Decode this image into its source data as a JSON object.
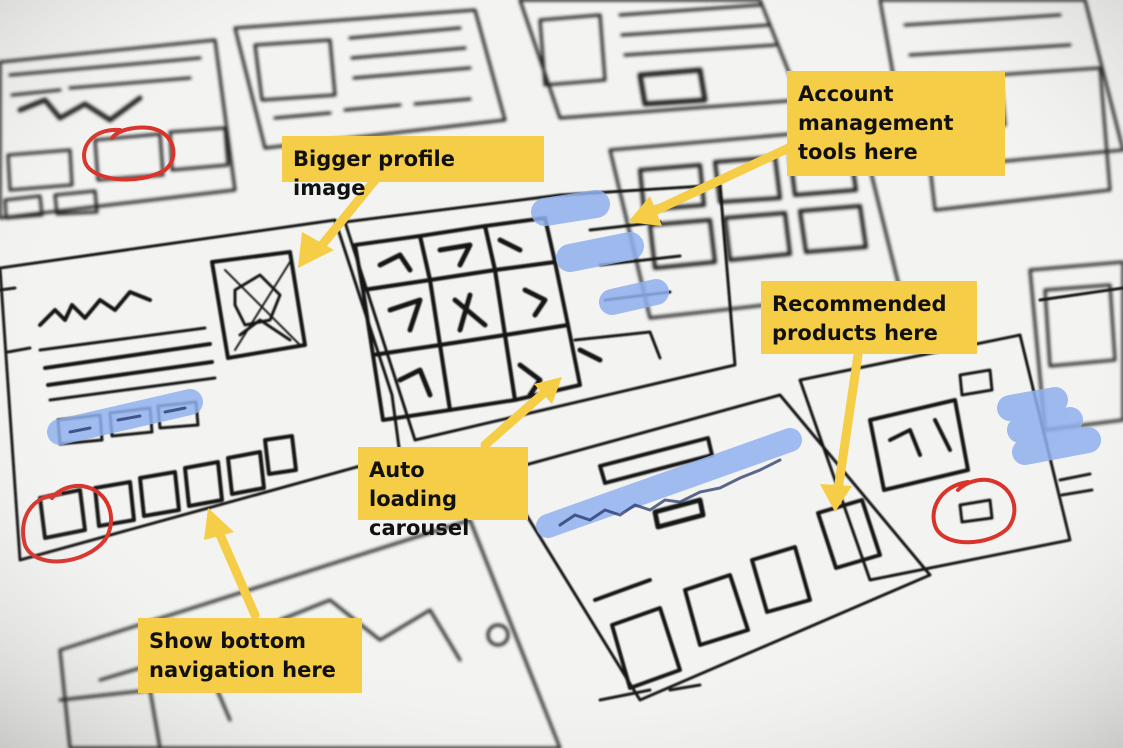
{
  "notes": {
    "profile": "Bigger profile image",
    "account_line1": "Account",
    "account_line2": "management",
    "account_line3": "tools here",
    "recommended_line1": "Recommended",
    "recommended_line2": "products here",
    "carousel_line1": "Auto loading",
    "carousel_line2": "carousel",
    "bottom_nav_line1": "Show bottom",
    "bottom_nav_line2": "navigation here"
  },
  "colors": {
    "paper": "#f2f2f0",
    "ink": "#1a1a1a",
    "note_yellow": "#f5cd47",
    "highlight_blue": "#8fb0ee",
    "circle_red": "#d9332b"
  },
  "icons": [
    "arrow-icon",
    "circle-marker-icon",
    "highlighter-mark-icon"
  ]
}
